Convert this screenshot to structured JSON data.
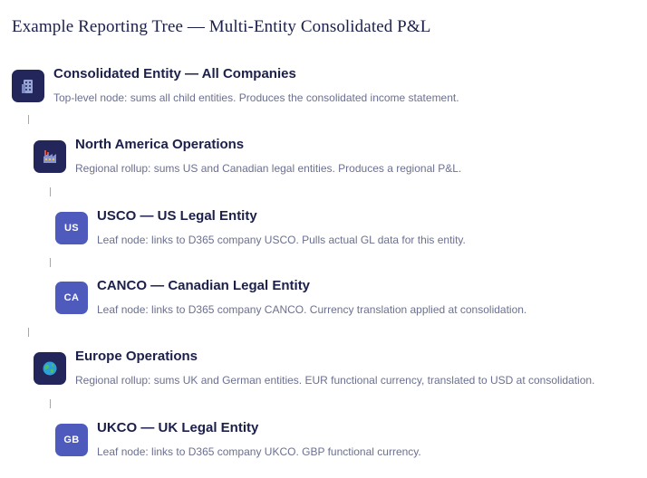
{
  "page": {
    "title": "Example Reporting Tree — Multi-Entity Consolidated P&L"
  },
  "nodes": [
    {
      "id": "consolidated",
      "title": "Consolidated Entity — All Companies",
      "description": "Top-level node: sums all child entities. Produces the consolidated income statement.",
      "icon": "building-icon"
    },
    {
      "id": "north-america",
      "title": "North America Operations",
      "description": "Regional rollup: sums US and Canadian legal entities. Produces a regional P&L.",
      "icon": "factory-icon"
    },
    {
      "id": "usco",
      "title": "USCO — US Legal Entity",
      "description": "Leaf node: links to D365 company USCO. Pulls actual GL data for this entity.",
      "badge": "US"
    },
    {
      "id": "canco",
      "title": "CANCO — Canadian Legal Entity",
      "description": "Leaf node: links to D365 company CANCO. Currency translation applied at consolidation.",
      "badge": "CA"
    },
    {
      "id": "europe",
      "title": "Europe Operations",
      "description": "Regional rollup: sums UK and German entities. EUR functional currency, translated to USD at consolidation.",
      "icon": "globe-icon"
    },
    {
      "id": "ukco",
      "title": "UKCO — UK Legal Entity",
      "description": "Leaf node: links to D365 company UKCO. GBP functional currency.",
      "badge": "GB"
    }
  ],
  "colors": {
    "title": "#1b1f4a",
    "description": "#6b7090",
    "icon_dark_bg": "#22265a",
    "badge_bg": "#4e5bbd",
    "connector": "#9ea3cf"
  }
}
